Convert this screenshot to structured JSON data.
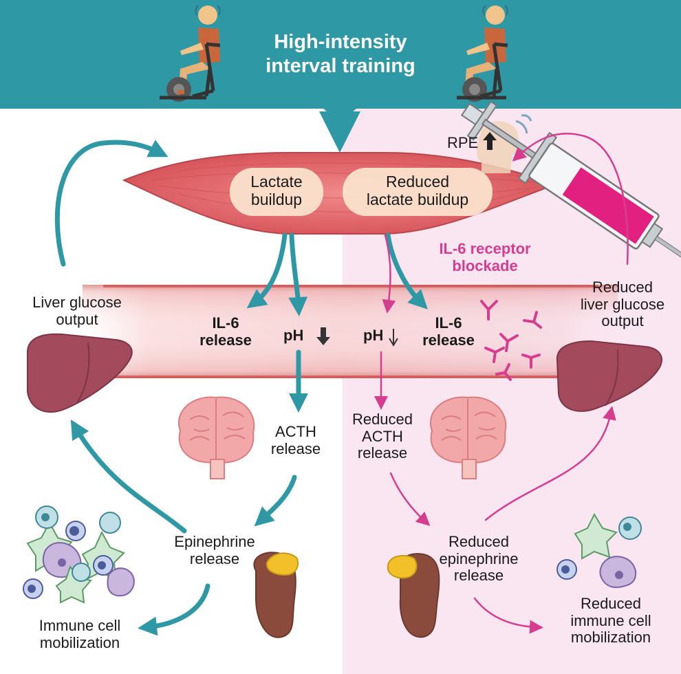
{
  "header": {
    "title_line1": "High-intensity",
    "title_line2": "interval training",
    "band_color": "#2f98a5"
  },
  "colors": {
    "teal": "#2f98a5",
    "pink": "#d63d8f",
    "pink_bg": "#fae6f1",
    "muscle": "#e0656a",
    "liver": "#a34a5c",
    "brain": "#f2a7a8"
  },
  "muscle": {
    "left_label_line1": "Lactate",
    "left_label_line2": "buildup",
    "right_label_line1": "Reduced",
    "right_label_line2": "lactate buildup"
  },
  "rpe": {
    "label": "RPE",
    "arrow_symbol": "🡅"
  },
  "blockade": {
    "line1": "IL-6 receptor",
    "line2": "blockade"
  },
  "left": {
    "il6_line1": "IL-6",
    "il6_line2": "release",
    "ph_label": "pH",
    "liver_line1": "Liver glucose",
    "liver_line2": "output",
    "acth_line1": "ACTH",
    "acth_line2": "release",
    "epi_line1": "Epinephrine",
    "epi_line2": "release",
    "immune_line1": "Immune cell",
    "immune_line2": "mobilization"
  },
  "right": {
    "ph_label": "pH",
    "il6_line1": "IL-6",
    "il6_line2": "release",
    "liver_line1": "Reduced",
    "liver_line2": "liver glucose",
    "liver_line3": "output",
    "acth_line1": "Reduced",
    "acth_line2": "ACTH",
    "acth_line3": "release",
    "epi_line1": "Reduced",
    "epi_line2": "epinephrine",
    "epi_line3": "release",
    "immune_line1": "Reduced",
    "immune_line2": "immune cell",
    "immune_line3": "mobilization"
  }
}
